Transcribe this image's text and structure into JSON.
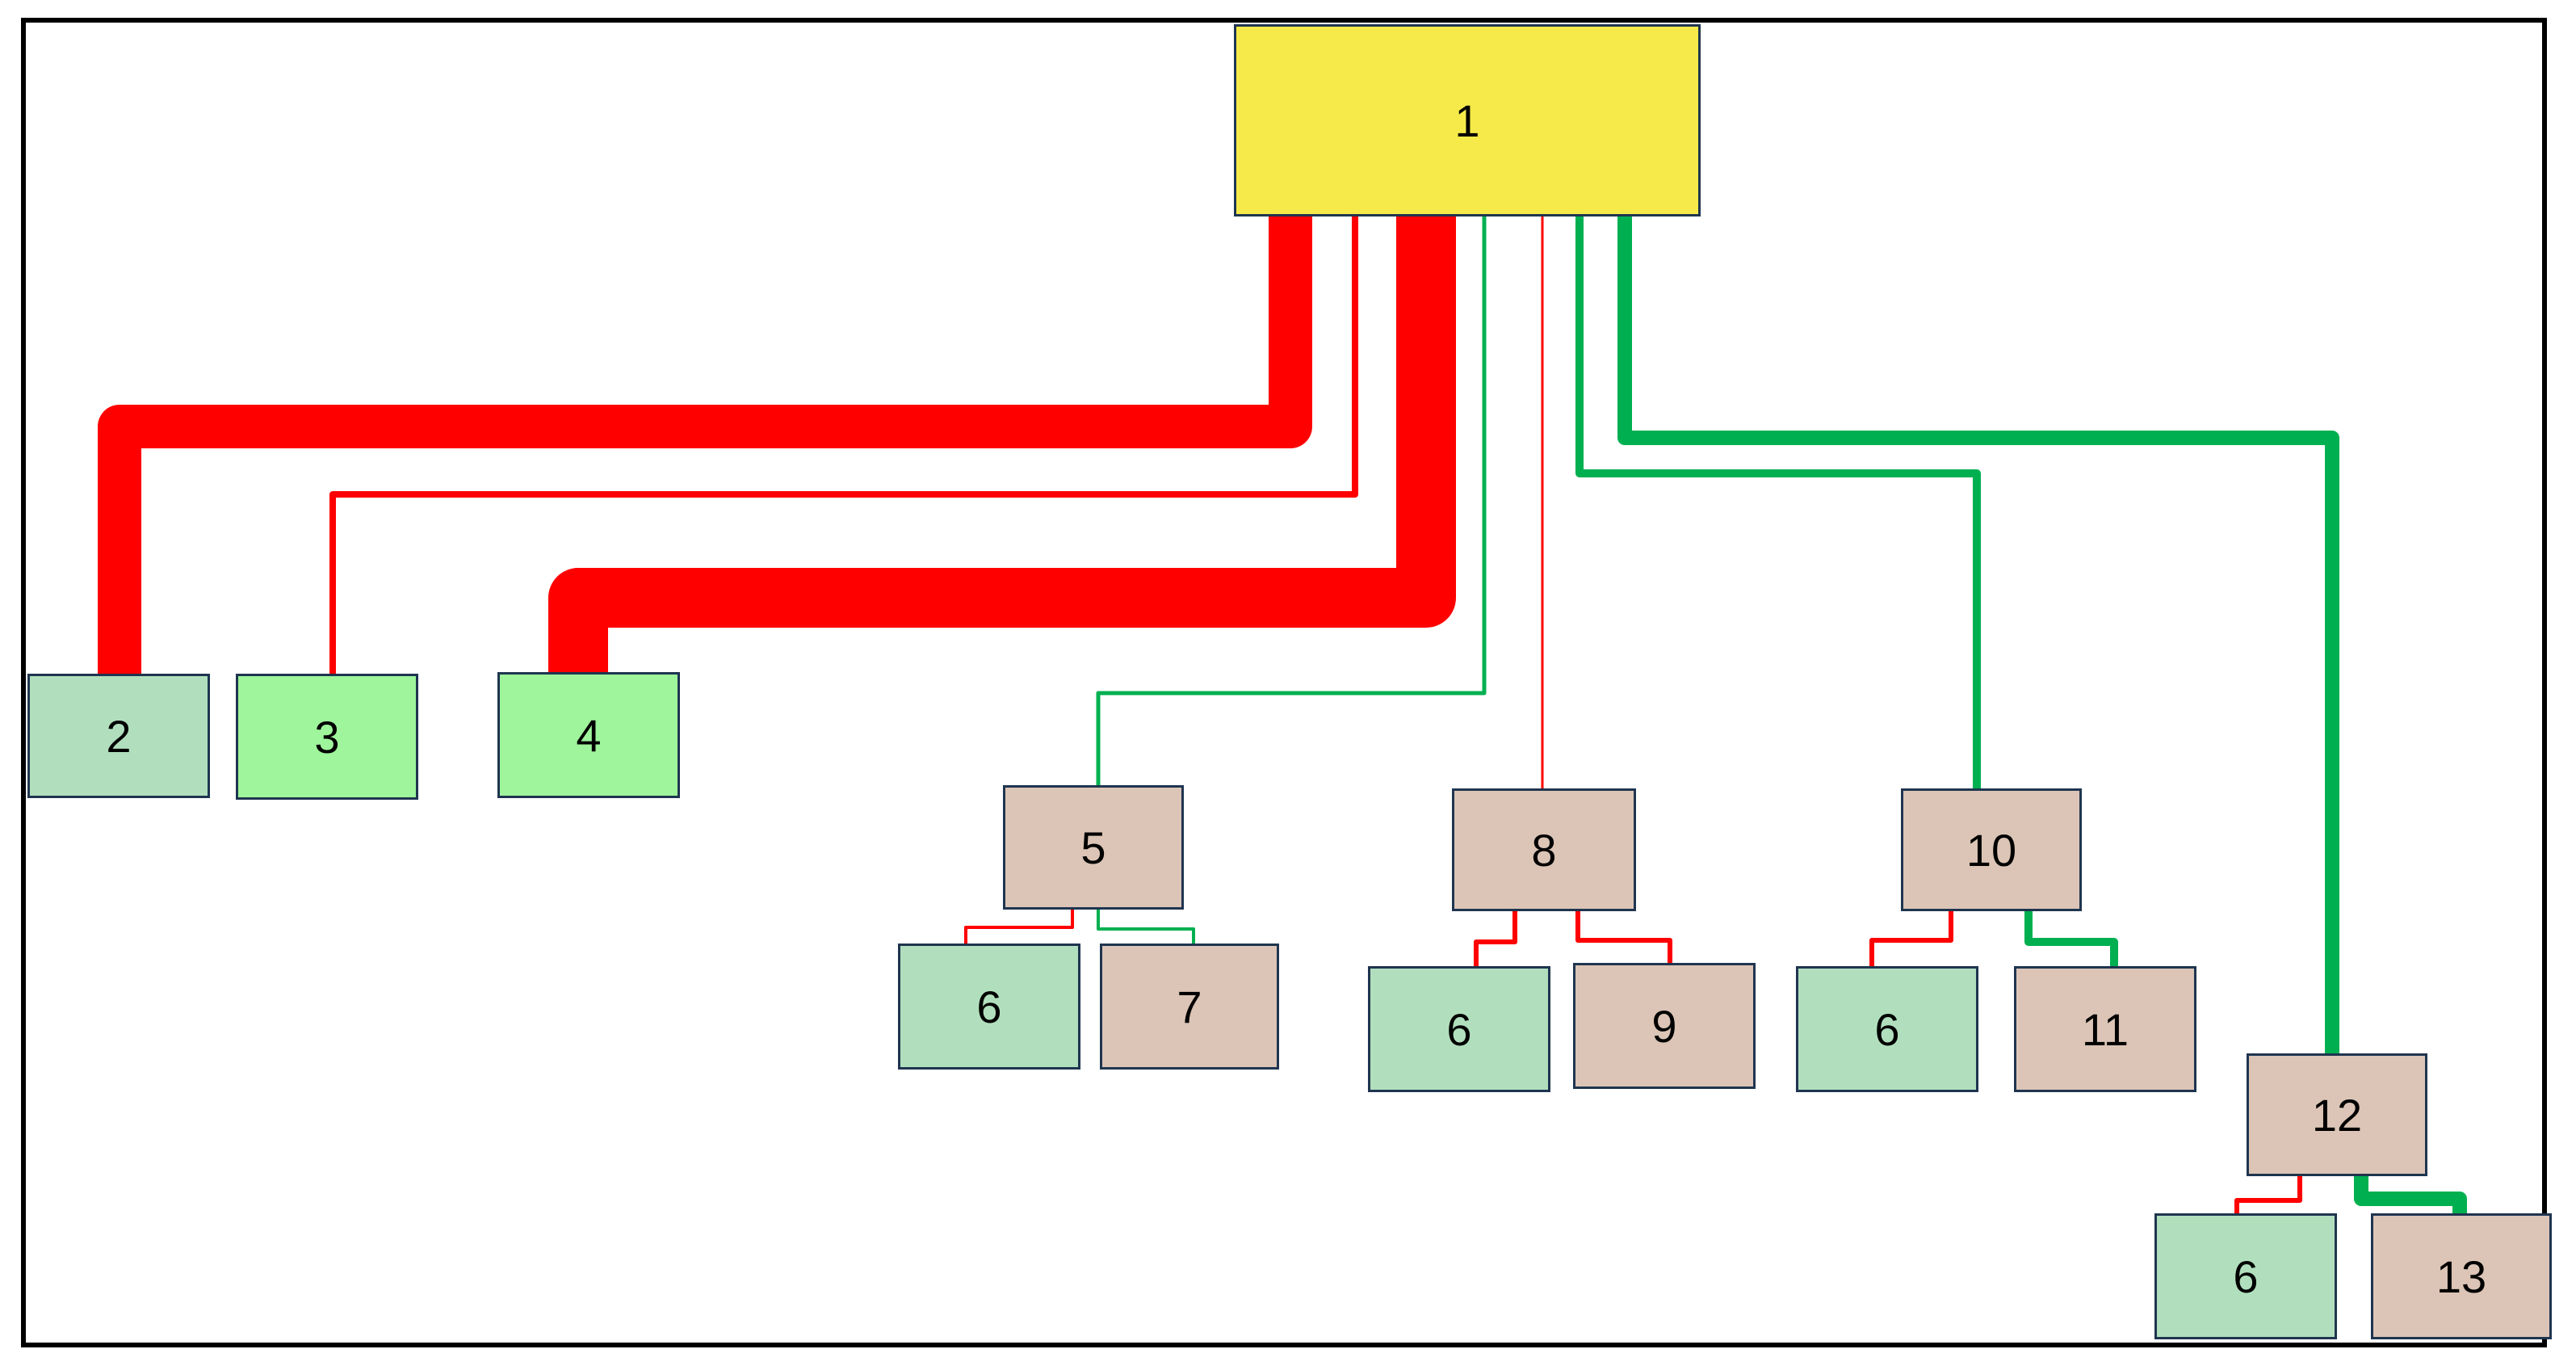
{
  "colors": {
    "root_fill": "#f5ea4a",
    "leaf_fill": "#b1dfbd",
    "bright_green_fill": "#9ef59b",
    "tan_fill": "#dcc5b6",
    "node_border": "#1f3550",
    "red_link": "#ff0000",
    "green_link": "#00b050",
    "frame": "#000000"
  },
  "nodes": {
    "n1": "1",
    "n2": "2",
    "n3": "3",
    "n4": "4",
    "n5": "5",
    "n6a": "6",
    "n7": "7",
    "n8": "8",
    "n6b": "6",
    "n9": "9",
    "n10": "10",
    "n6c": "6",
    "n11": "11",
    "n12": "12",
    "n6d": "6",
    "n13": "13"
  }
}
